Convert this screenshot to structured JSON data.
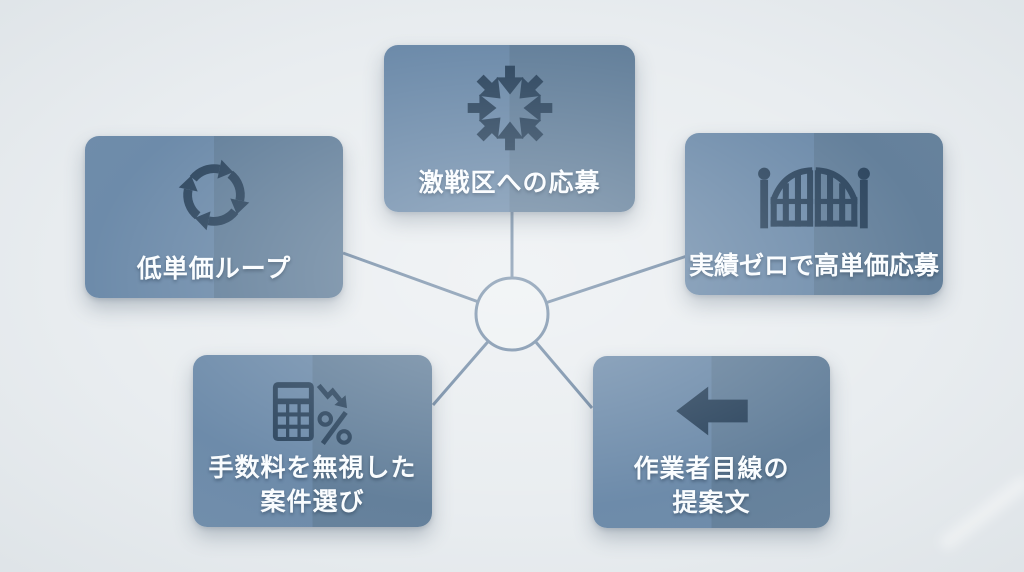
{
  "theme": {
    "background": "#e9edf0",
    "card-left": "#6d8baa",
    "card-right": "#64809b",
    "icon": "#2d465f",
    "connector": "#7089a4",
    "label": "#fafdff"
  },
  "diagram": {
    "type": "radial-hub",
    "hub": {
      "shape": "empty-circle"
    },
    "nodes": [
      {
        "id": "top",
        "icon": "converging-arrows-icon",
        "label_line1": "激戦区への応募",
        "label_line2": ""
      },
      {
        "id": "left",
        "icon": "cycle-arrows-icon",
        "label_line1": "低単価ループ",
        "label_line2": ""
      },
      {
        "id": "right",
        "icon": "gate-icon",
        "label_line1": "実績ゼロで高単価応募",
        "label_line2": ""
      },
      {
        "id": "bottom-left",
        "icon": "calculator-percent-icon",
        "label_line1": "手数料を無視した",
        "label_line2": "案件選び"
      },
      {
        "id": "bottom-right",
        "icon": "left-arrow-icon",
        "label_line1": "作業者目線の",
        "label_line2": "提案文"
      }
    ]
  }
}
